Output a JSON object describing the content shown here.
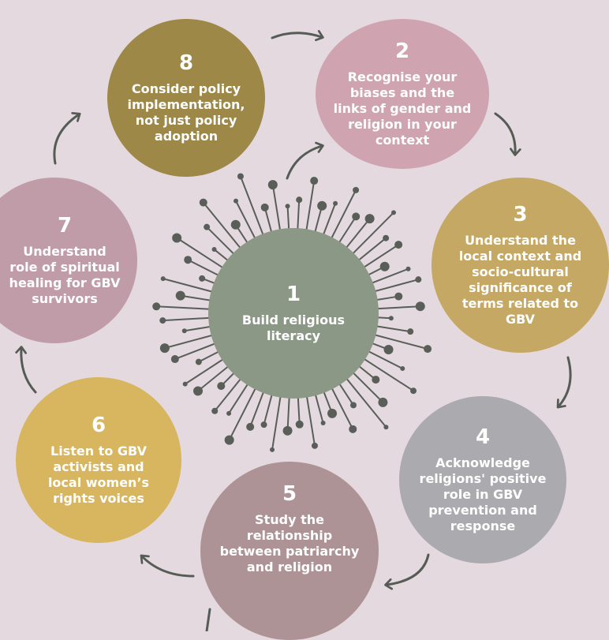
{
  "steps": [
    {
      "number": "1",
      "text": "Build religious literacy",
      "color": "#8c9886"
    },
    {
      "number": "2",
      "text": "Recognise your biases and the links of gender and religion in your context",
      "color": "#d0a3b1"
    },
    {
      "number": "3",
      "text": "Understand the local context and socio-cultural significance of terms related to GBV",
      "color": "#c6a865"
    },
    {
      "number": "4",
      "text": "Acknowledge religions' positive role in GBV prevention and response",
      "color": "#abaaae"
    },
    {
      "number": "5",
      "text": "Study the relationship between patriarchy and religion",
      "color": "#ae9396"
    },
    {
      "number": "6",
      "text": "Listen to GBV activists and local women’s rights voices",
      "color": "#d8b55f"
    },
    {
      "number": "7",
      "text": "Understand role of spiritual healing for GBV survivors",
      "color": "#c09ca8"
    },
    {
      "number": "8",
      "text": "Consider policy implementation, not just policy adoption",
      "color": "#9d8847"
    }
  ],
  "colors": {
    "background": "#e4d9de",
    "arrow": "#555b55",
    "spikes": "#595e59"
  }
}
